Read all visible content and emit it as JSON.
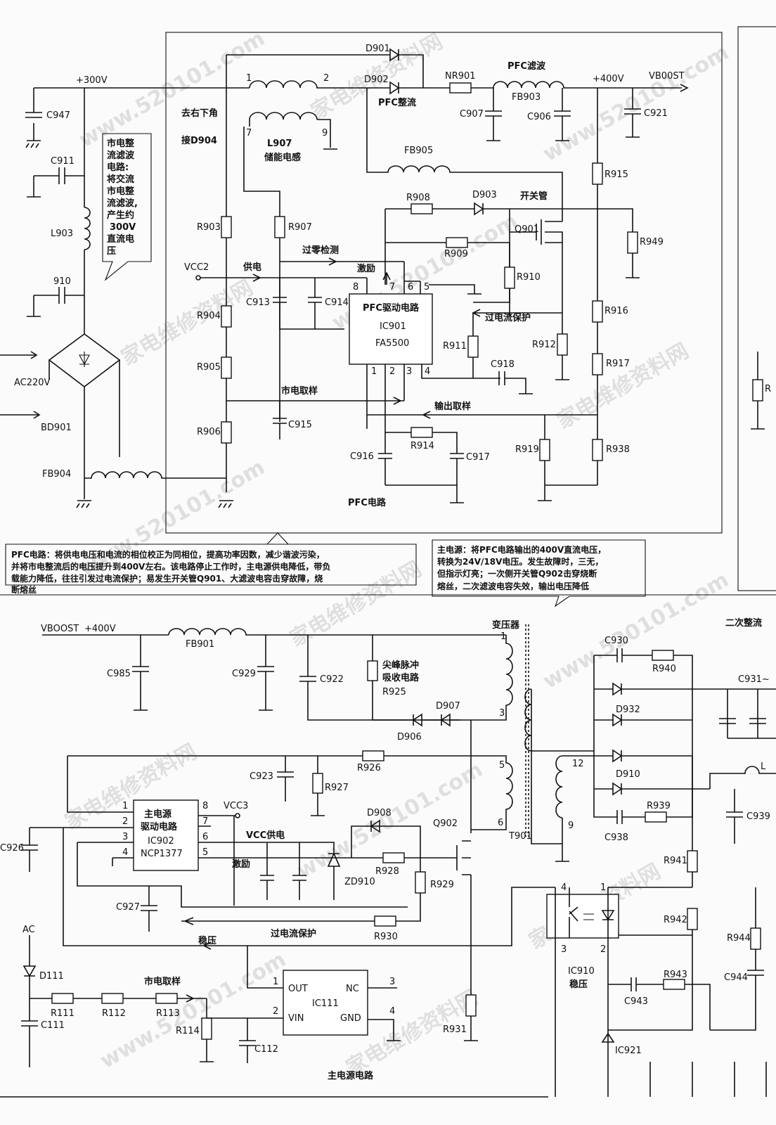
{
  "pfc": {
    "rail_300v": "+300V",
    "rail_400v": "+400V",
    "out_label": "VB00ST",
    "title": "PFC电路",
    "d901": "D901",
    "d902": "D902",
    "pfc_rect": "PFC整流",
    "nr901": "NR901",
    "pfc_filter": "PFC滤波",
    "fb903": "FB903",
    "c907": "C907",
    "c906": "C906",
    "c921": "C921",
    "pin1": "1",
    "pin2": "2",
    "pin7": "7",
    "pin9": "9",
    "to_corner": "去右下角",
    "to_d904": "接D904",
    "l907": "L907",
    "l907_desc": "储能电感",
    "fb905": "FB905",
    "r915": "R915",
    "r908": "R908",
    "d903": "D903",
    "switch_tube": "开关管",
    "q901": "Q901",
    "r949": "R949",
    "r909": "R909",
    "r910": "R910",
    "c947": "C947",
    "c911": "C911",
    "l903": "L903",
    "c910": "910",
    "ac220": "AC220V",
    "bd901": "BD901",
    "fb904": "FB904",
    "r903": "R903",
    "r907": "R907",
    "vcc2": "VCC2",
    "supply": "供电",
    "zero_detect": "过零检测",
    "excite": "激励",
    "c913": "C913",
    "c914": "C914",
    "ic_p8": "8",
    "ic_p7": "7",
    "ic_p6": "6",
    "ic_p5": "5",
    "ic_p1": "1",
    "ic_p2": "2",
    "ic_p3": "3",
    "ic_p4": "4",
    "ic_name": "PFC驱动电路",
    "ic_id": "IC901",
    "ic_part": "FA5500",
    "overcurrent": "过电流保护",
    "r904": "R904",
    "r905": "R905",
    "r906": "R906",
    "r911": "R911",
    "r912": "R912",
    "r916": "R916",
    "r917": "R917",
    "c918": "C918",
    "mains_sample": "市电取样",
    "c915": "C915",
    "out_sample": "输出取样",
    "r914": "R914",
    "c916": "C916",
    "c917": "C917",
    "r919": "R919",
    "r938": "R938",
    "bubble_rect": [
      "市电整",
      "流滤波",
      "电路:",
      "将交流",
      "市电整",
      "流滤波,",
      "产生约",
      "300V",
      "直流电",
      "压"
    ],
    "note_pfc": [
      "PFC电路：将供电电压和电流的相位校正为同相位，提高功率因数，减少谐波污染，",
      "并将市电整流后的电压提升到400V左右。该电路停止工作时，主电源供电降低，带负",
      "载能力降低，往往引发过电流保护；易发生开关管Q901、大滤波电容击穿故障，烧",
      "断熔丝"
    ],
    "note_main": [
      "主电源：将PFC电路输出的400V直流电压，",
      "转换为24V/18V电压。发生故障时，三无，",
      "但指示灯亮；一次侧开关管Q902击穿烧断",
      "熔丝，二次滤波电容失效，输出电压降低"
    ],
    "r_edge": "R"
  },
  "main": {
    "vboost": "VBOOST",
    "rail_400v": "+400V",
    "fb901": "FB901",
    "c985": "C985",
    "c929": "C929",
    "c922": "C922",
    "spike": "尖峰脉冲",
    "absorb": "吸收电路",
    "r925": "R925",
    "transformer": "变压器",
    "tp1": "1",
    "tp3": "3",
    "tp5": "5",
    "tp6": "6",
    "tp12": "12",
    "tp9": "9",
    "d907": "D907",
    "d906": "D906",
    "r926": "R926",
    "c923": "C923",
    "r927": "R927",
    "ic_p1": "1",
    "ic_p2": "2",
    "ic_p3": "3",
    "ic_p4": "4",
    "ic_p5": "5",
    "ic_p6": "6",
    "ic_p7": "7",
    "ic_p8": "8",
    "ic_name1": "主电源",
    "ic_name2": "驱动电路",
    "ic_id": "IC902",
    "ic_part": "NCP1377",
    "vcc3": "VCC3",
    "vcc_supply": "VCC供电",
    "excite": "激励",
    "c926": "C926",
    "d908": "D908",
    "q902": "Q902",
    "t901": "T901",
    "r928": "R928",
    "zd910": "ZD910",
    "r929": "R929",
    "c927": "C927",
    "overcurrent": "过电流保护",
    "r930": "R930",
    "regulate": "稳压",
    "ac": "AC",
    "d111": "D111",
    "r111": "R111",
    "r112": "R112",
    "r113": "R113",
    "mains_sample": "市电取样",
    "c111": "C111",
    "r114": "R114",
    "c112": "C112",
    "out": "OUT",
    "vin": "VIN",
    "nc": "NC",
    "gnd": "GND",
    "ic111": "IC111",
    "u_p1": "1",
    "u_p2": "2",
    "u_p3": "3",
    "u_p4": "4",
    "r931": "R931",
    "title": "主电源电路",
    "secondary": "二次整流",
    "c930": "C930",
    "r940": "R940",
    "c931": "C931~",
    "d932": "D932",
    "d910": "D910",
    "l": "L",
    "r939": "R939",
    "c938": "C938",
    "c939": "C939",
    "r941": "R941",
    "oc_p4": "4",
    "oc_p1": "1",
    "oc_p3": "3",
    "oc_p2": "2",
    "r942": "R942",
    "r944": "R944",
    "ic910": "IC910",
    "reg": "稳压",
    "c943": "C943",
    "r943": "R943",
    "c944": "C944",
    "ic921": "IC921"
  },
  "watermark": [
    "www.520101.com",
    "家电维修资料网"
  ]
}
